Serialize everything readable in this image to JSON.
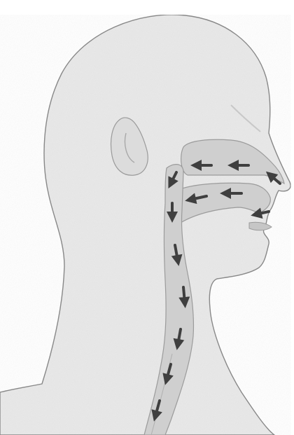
{
  "diagram": {
    "colors": {
      "background": "#ffffff",
      "skin": "#e9e9e9",
      "skin_shadow": "#d6d6d6",
      "outline": "#8a8a8a",
      "airway": "#cfcfcf",
      "airway_edge": "#9b9b9b",
      "arrow": "#3f3f3f"
    },
    "structures": [
      "head",
      "ear",
      "nasal-cavity",
      "oral-cavity",
      "pharynx",
      "trachea"
    ]
  }
}
